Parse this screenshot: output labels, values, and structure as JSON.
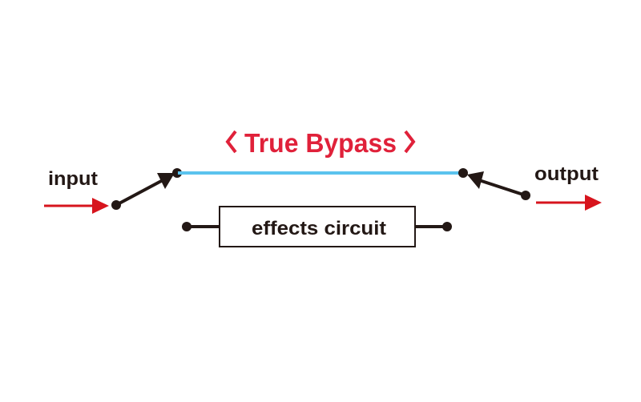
{
  "title": "True Bypass",
  "labels": {
    "input": "input",
    "output": "output",
    "effects": "effects circuit"
  },
  "colors": {
    "title": "#e0213a",
    "signal_arrow": "#d7141d",
    "bypass_line": "#5bc3ee",
    "wire": "#231815"
  }
}
